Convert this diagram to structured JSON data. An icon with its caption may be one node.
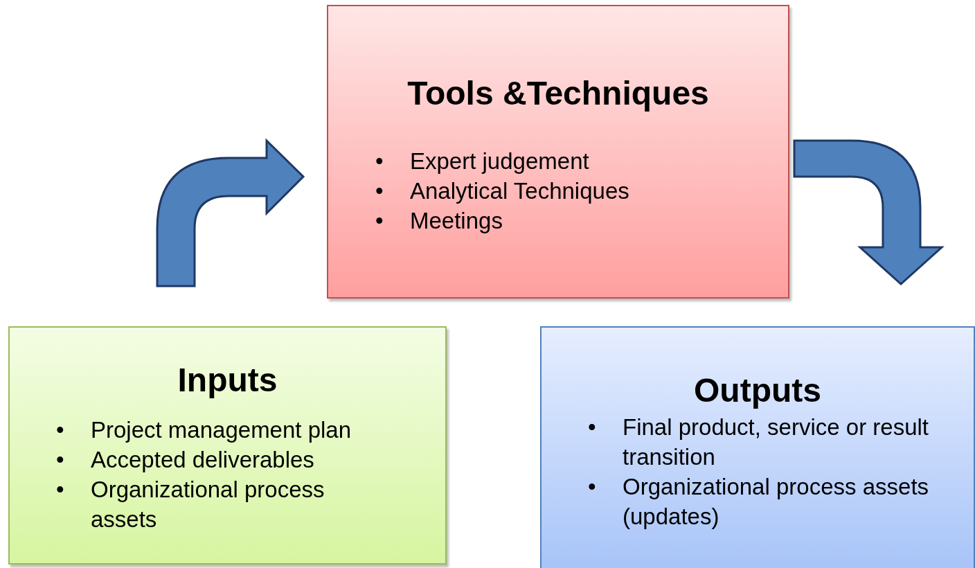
{
  "diagram": {
    "nodes": [
      {
        "text": [
          "Tools &Techniques",
          "• Expert judgement",
          "• Analytical Techniques",
          "• Meetings"
        ]
      },
      {
        "text": [
          "Inputs",
          "• Project management plan",
          "• Accepted deliverables",
          "• Organizational process assets"
        ]
      },
      {
        "text": [
          "Outputs",
          "• Final product, service or result transition",
          "• Organizational process assets (updates)"
        ]
      }
    ],
    "edges": [
      {
        "from": 1,
        "to": 0,
        "arrow": "to"
      },
      {
        "from": 0,
        "to": 2,
        "arrow": "to"
      }
    ]
  }
}
